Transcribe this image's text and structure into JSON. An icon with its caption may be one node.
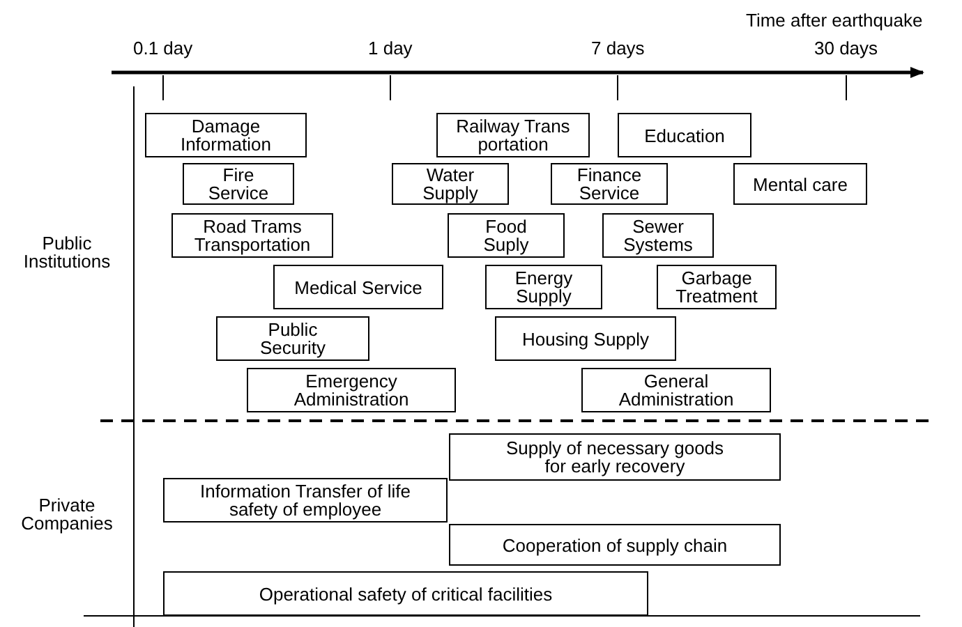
{
  "diagram": {
    "nodes": [
      {
        "text": [
          "Damage Information"
        ]
      },
      {
        "text": [
          "Railway Trans portation"
        ]
      },
      {
        "text": [
          "Education"
        ]
      },
      {
        "text": [
          "Fire Service"
        ]
      },
      {
        "text": [
          "Water Supply"
        ]
      },
      {
        "text": [
          "Finance Service"
        ]
      },
      {
        "text": [
          "Mental care"
        ]
      },
      {
        "text": [
          "Road Trams Transportation"
        ]
      },
      {
        "text": [
          "Food Suply"
        ]
      },
      {
        "text": [
          "Sewer Systems"
        ]
      },
      {
        "text": [
          "Medical Service"
        ]
      },
      {
        "text": [
          "Energy Supply"
        ]
      },
      {
        "text": [
          "Garbage Treatment"
        ]
      },
      {
        "text": [
          "Public Security"
        ]
      },
      {
        "text": [
          "Housing Supply"
        ]
      },
      {
        "text": [
          "Emergency Administration"
        ]
      },
      {
        "text": [
          "General Administration"
        ]
      },
      {
        "text": [
          "Supply of necessary goods for early recovery"
        ]
      },
      {
        "text": [
          "Information Transfer of life safety of employee"
        ]
      },
      {
        "text": [
          "Cooperation of supply chain"
        ]
      },
      {
        "text": [
          "Operational safety of critical facilities"
        ]
      }
    ],
    "labels": [
      "Time after earthquake",
      "0.1 day",
      "1 day",
      "7 days",
      "30 days",
      "Public Institutions",
      "Private Companies"
    ]
  }
}
